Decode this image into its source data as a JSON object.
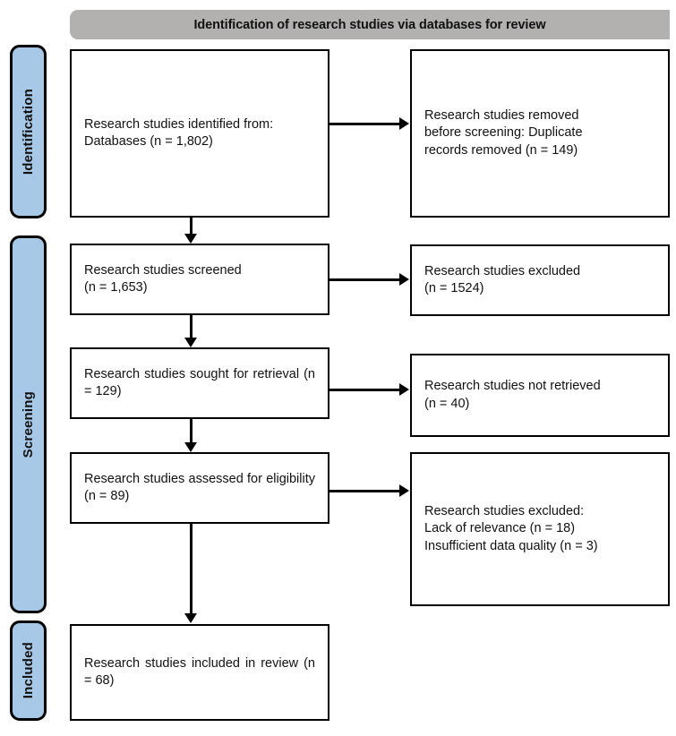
{
  "banner": {
    "title": "Identification of research studies via databases for review",
    "bg_color": "#b3b0b0"
  },
  "phases": [
    {
      "label": "Identification",
      "color": "#a8c8e8"
    },
    {
      "label": "Screening",
      "color": "#a8c8e8"
    },
    {
      "label": "Included",
      "color": "#a8c8e8"
    }
  ],
  "nodes": {
    "identified": "Research  studies identified from:\nDatabases  (n = 1,802)",
    "removed": "Research  studies removed\nbefore screening: Duplicate\nrecords removed (n = 149)",
    "screened": "Research  studies screened\n(n = 1,653)",
    "excluded_screening": "Research  studies excluded\n(n = 1524)",
    "sought": "Research studies sought for retrieval (n = 129)",
    "not_retrieved": "Research  studies not retrieved\n(n = 40)",
    "assessed": "Research studies assessed for eligibility (n = 89)",
    "excluded_eligibility": "Research  studies excluded:\nLack of relevance  (n = 18)\nInsufficient data quality (n = 3)",
    "included": "Research studies included in review (n = 68)"
  }
}
